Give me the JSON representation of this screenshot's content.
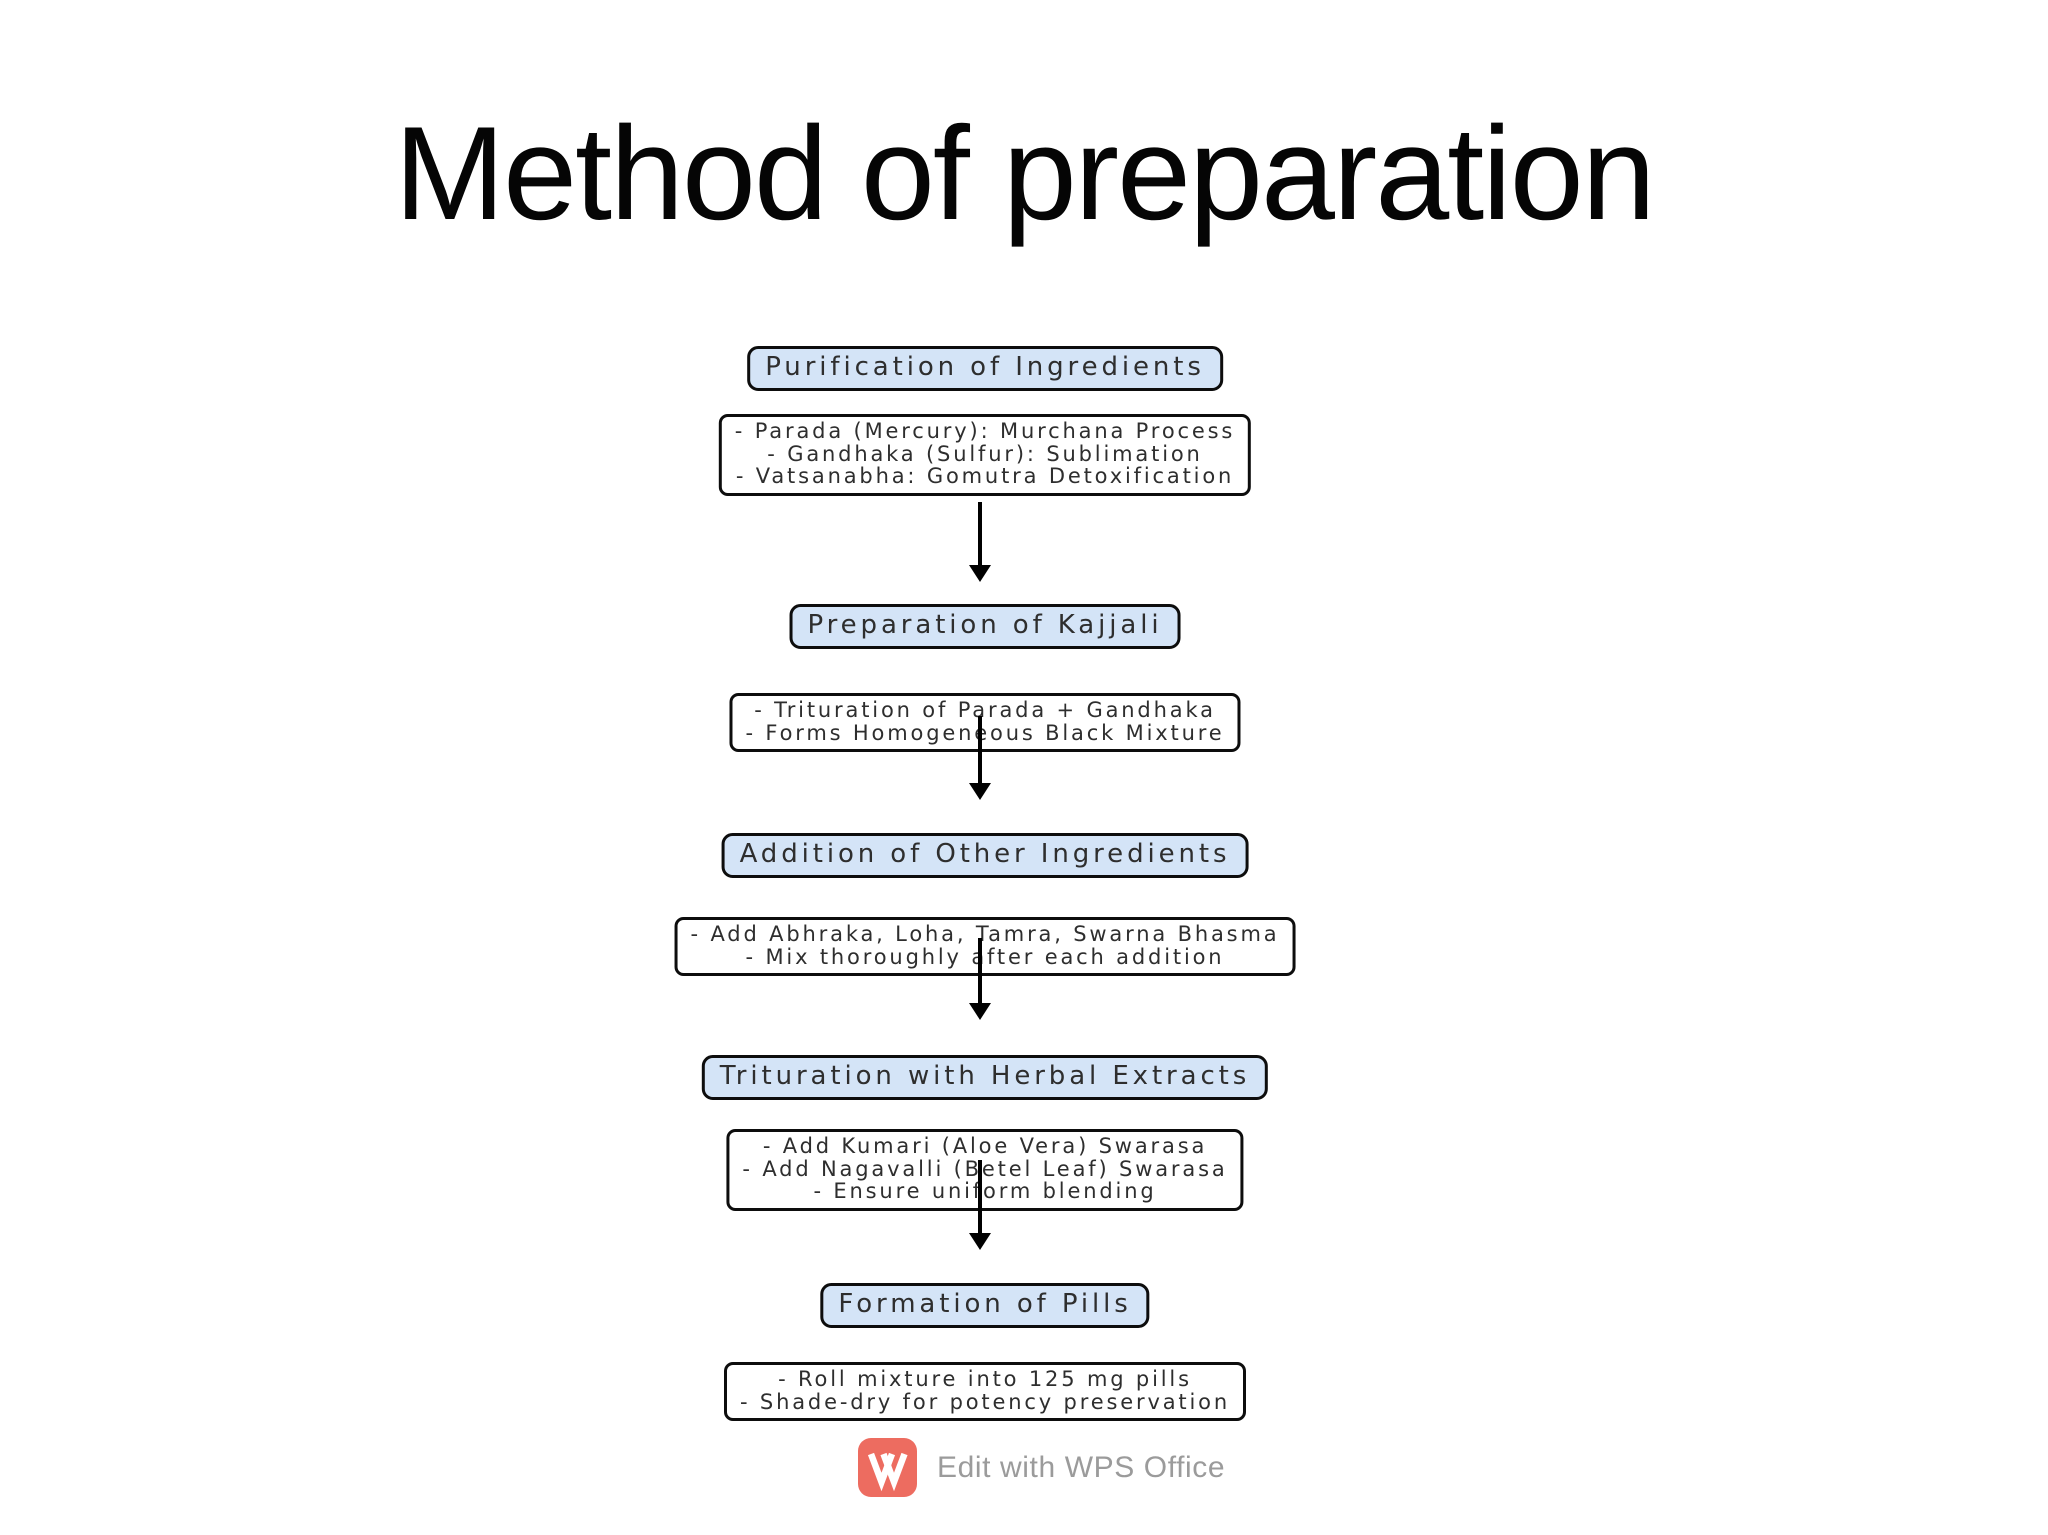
{
  "title": "Method of preparation",
  "flowchart": {
    "steps": [
      {
        "header": "Purification of Ingredients",
        "details": [
          "- Parada (Mercury): Murchana Process",
          "- Gandhaka (Sulfur): Sublimation",
          "- Vatsanabha: Gomutra Detoxification"
        ]
      },
      {
        "header": "Preparation of Kajjali",
        "details": [
          "- Trituration of Parada + Gandhaka",
          "- Forms Homogeneous Black Mixture"
        ]
      },
      {
        "header": "Addition of Other Ingredients",
        "details": [
          "- Add Abhraka, Loha, Tamra, Swarna Bhasma",
          "- Mix thoroughly after each addition"
        ]
      },
      {
        "header": "Trituration with Herbal Extracts",
        "details": [
          "- Add Kumari (Aloe Vera) Swarasa",
          "- Add Nagavalli (Betel Leaf) Swarasa",
          "- Ensure uniform blending"
        ]
      },
      {
        "header": "Formation of Pills",
        "details": [
          "- Roll mixture into 125 mg pills",
          "- Shade-dry for potency preservation"
        ]
      }
    ],
    "colors": {
      "header_fill": "#d4e4f7",
      "box_border": "#0d0d0d",
      "detail_fill": "#ffffff",
      "arrow": "#000000",
      "text": "#2e2e2e"
    }
  },
  "footer": {
    "label": "Edit with WPS Office",
    "logo_icon": "wps-office-logo",
    "logo_color": "#ed6c60",
    "label_color": "#9b9b9b"
  }
}
